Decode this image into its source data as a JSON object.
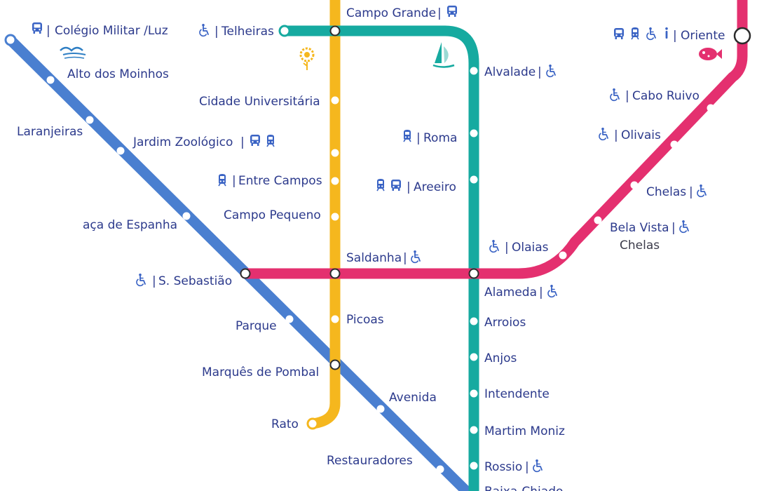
{
  "map": {
    "lines": [
      {
        "name": "blue",
        "color": "#4a7fd0"
      },
      {
        "name": "yellow",
        "color": "#f5b71e"
      },
      {
        "name": "green",
        "color": "#16aaa0"
      },
      {
        "name": "red",
        "color": "#e4306f"
      }
    ],
    "stations": {
      "colegio_militar": "Colégio Militar /Luz",
      "alto_dos_moinhos": "Alto dos Moinhos",
      "laranjeiras": "Laranjeiras",
      "jardim_zoologico": "Jardim Zoológico",
      "praca_de_espanha": "aça de Espanha",
      "s_sebastiao": "S. Sebastião",
      "parque": "Parque",
      "marques_de_pombal": "Marquês de Pombal",
      "avenida": "Avenida",
      "restauradores": "Restauradores",
      "telheiras": "Telheiras",
      "campo_grande": "Campo Grande",
      "cidade_universitaria": "Cidade Universitária",
      "entre_campos": "Entre Campos",
      "campo_pequeno": "Campo Pequeno",
      "saldanha": "Saldanha",
      "picoas": "Picoas",
      "rato": "Rato",
      "alvalade": "Alvalade",
      "roma": "Roma",
      "areeiro": "Areeiro",
      "alameda": "Alameda",
      "arroios": "Arroios",
      "anjos": "Anjos",
      "intendente": "Intendente",
      "martim_moniz": "Martim Moniz",
      "rossio": "Rossio",
      "baixa_chiado": "Baixa-Chiado",
      "oriente": "Oriente",
      "cabo_ruivo": "Cabo Ruivo",
      "olivais": "Olivais",
      "chelas": "Chelas",
      "bela_vista": "Bela Vista",
      "olaias": "Olaias"
    },
    "neighborhood_labels": {
      "chelas_area": "Chelas"
    },
    "separator": "|",
    "icons": [
      "bus-icon",
      "train-icon",
      "wheelchair-icon",
      "info-icon",
      "seagull-icon",
      "sunflower-icon",
      "sailboat-icon",
      "fish-icon"
    ]
  }
}
